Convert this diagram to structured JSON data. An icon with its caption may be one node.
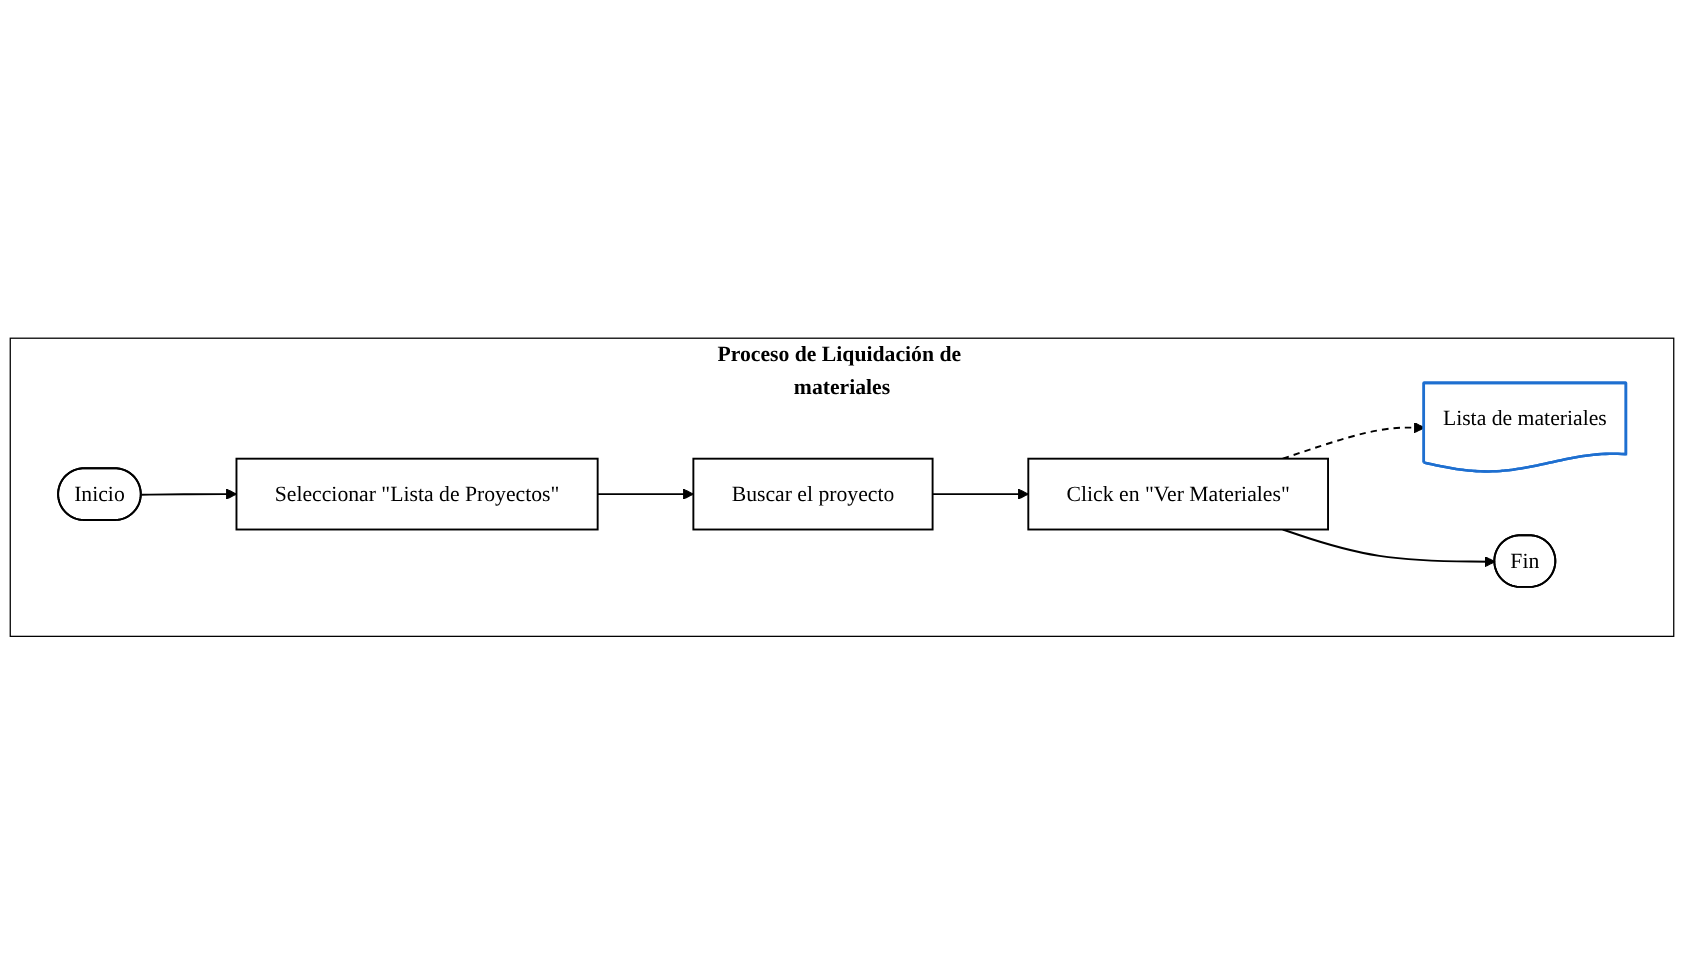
{
  "diagram": {
    "nodes": [
      {
        "text": [
          "Proceso de Liquidación de materiales"
        ]
      },
      {
        "text": [
          "Inicio"
        ],
        "in": 0
      },
      {
        "text": [
          "Seleccionar \"Lista de Proyectos\""
        ],
        "in": 0
      },
      {
        "text": [
          "Buscar el proyecto"
        ],
        "in": 0
      },
      {
        "text": [
          "Click en \"Ver Materiales\""
        ],
        "in": 0
      },
      {
        "text": [
          "Lista de materiales"
        ],
        "in": 0
      },
      {
        "text": [
          "Fin"
        ],
        "in": 0
      }
    ],
    "edges": [
      {
        "from": 1,
        "to": 2,
        "arrow": "to"
      },
      {
        "from": 2,
        "to": 3,
        "arrow": "to"
      },
      {
        "from": 3,
        "to": 4,
        "arrow": "to"
      },
      {
        "from": 4,
        "to": 5,
        "arrow": "to",
        "style": "dashed"
      },
      {
        "from": 4,
        "to": 6,
        "arrow": "to"
      }
    ]
  }
}
